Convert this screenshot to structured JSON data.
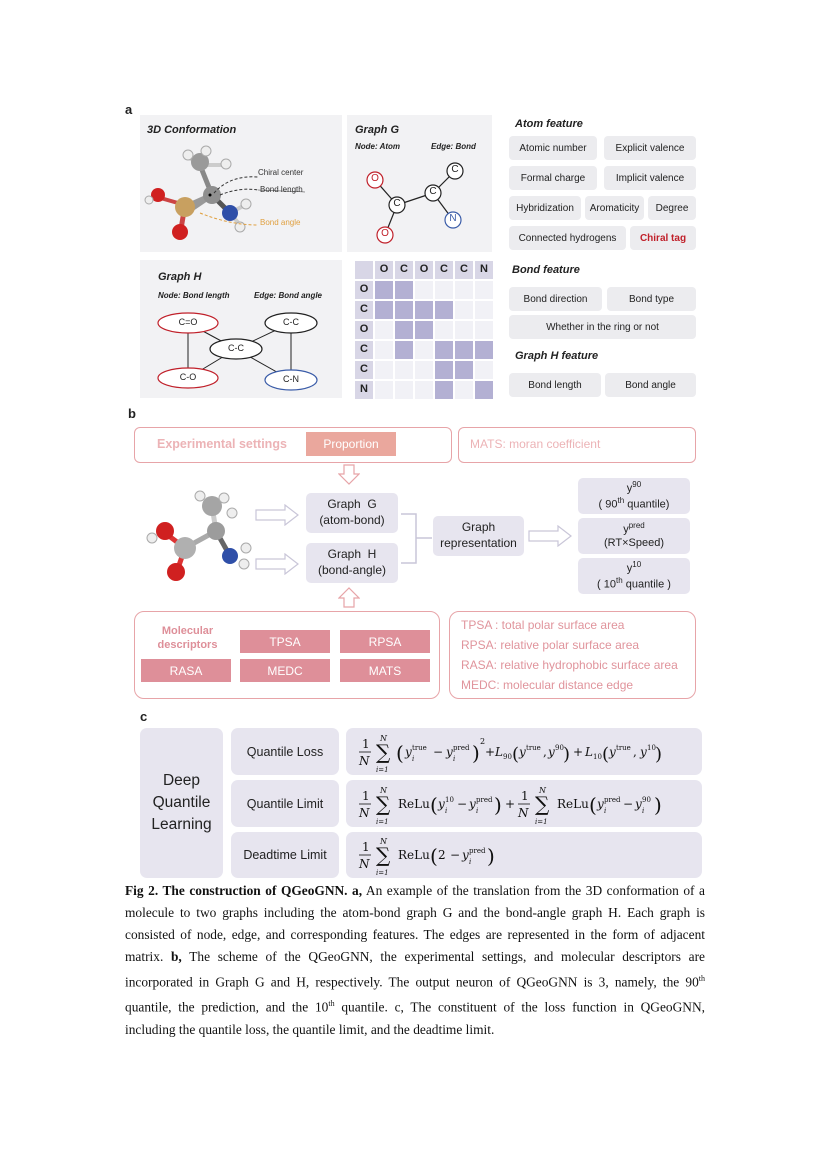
{
  "panel_a": {
    "letter": "a",
    "conformation": {
      "title": "3D Conformation",
      "chiral_center": "Chiral center",
      "bond_length": "Bond length",
      "bond_angle": "Bond angle"
    },
    "graph_g": {
      "title": "Graph G",
      "node_label": "Node: Atom",
      "edge_label": "Edge: Bond",
      "atoms": [
        "O",
        "C",
        "C",
        "C",
        "N",
        "O"
      ]
    },
    "graph_h": {
      "title": "Graph H",
      "node_label": "Node: Bond length",
      "edge_label": "Edge: Bond angle",
      "nodes": [
        "C=O",
        "C-C",
        "C-C",
        "C-O",
        "C-N"
      ]
    },
    "matrix": {
      "headers": [
        "O",
        "C",
        "O",
        "C",
        "C",
        "N"
      ],
      "rows": [
        [
          1,
          1,
          0,
          0,
          0,
          0
        ],
        [
          1,
          1,
          1,
          1,
          0,
          0
        ],
        [
          0,
          1,
          1,
          0,
          0,
          0
        ],
        [
          0,
          1,
          0,
          1,
          1,
          1
        ],
        [
          0,
          0,
          0,
          1,
          1,
          0
        ],
        [
          0,
          0,
          0,
          1,
          0,
          1
        ]
      ]
    },
    "atom_feature": {
      "title": "Atom feature",
      "items": [
        "Atomic number",
        "Explicit valence",
        "Formal charge",
        "Implicit valence",
        "Hybridization",
        "Aromaticity",
        "Degree",
        "Connected hydrogens",
        "Chiral tag"
      ]
    },
    "bond_feature": {
      "title": "Bond feature",
      "items": [
        "Bond direction",
        "Bond type",
        "Whether in the ring or not"
      ]
    },
    "graph_h_feature": {
      "title": "Graph H feature",
      "items": [
        "Bond length",
        "Bond angle"
      ]
    },
    "colors": {
      "red": "#c0202a",
      "blue": "#3a5ca8",
      "lavender": "#b3b0d3"
    }
  },
  "panel_b": {
    "letter": "b",
    "experimental_settings": "Experimental settings",
    "proportion": "Proportion",
    "mats_def": "MATS: moran coefficient",
    "graph_g_line1": "Graph  G",
    "graph_g_line2": "(atom-bond)",
    "graph_h_line1": "Graph  H",
    "graph_h_line2": "(bond-angle)",
    "graph_rep_line1": "Graph",
    "graph_rep_line2": "representation",
    "outputs": {
      "y90": "y",
      "y90_sup": "90",
      "y90_desc_pre": "( 90",
      "y90_desc_sup": "th",
      "y90_desc_post": " quantile)",
      "ypred": "y",
      "ypred_sup": "pred",
      "ypred_desc": "(RT×Speed)",
      "y10": "y",
      "y10_sup": "10",
      "y10_desc_pre": "( 10",
      "y10_desc_sup": "th",
      "y10_desc_post": " quantile )"
    },
    "molecular_descriptors_1": "Molecular",
    "molecular_descriptors_2": "descriptors",
    "descriptors": [
      "TPSA",
      "RPSA",
      "RASA",
      "MEDC",
      "MATS"
    ],
    "definitions": [
      "TPSA : total polar surface area",
      "RPSA: relative polar surface area",
      "RASA: relative hydrophobic surface area",
      "MEDC: molecular distance edge"
    ]
  },
  "panel_c": {
    "letter": "c",
    "deep_1": "Deep",
    "deep_2": "Quantile",
    "deep_3": "Learning",
    "rows": [
      "Quantile Loss",
      "Quantile Limit",
      "Deadtime Limit"
    ]
  },
  "caption": {
    "bold_lead": "Fig 2. The construction of QGeoGNN. a,",
    "part1": " An example of the translation from the 3D conformation of a molecule to two graphs including the atom-bond graph G and the bond-angle graph H. Each graph is consisted of node, edge, and corresponding features. The edges are represented in the form of adjacent matrix. ",
    "bold_b": "b,",
    "part2": " The scheme of the QGeoGNN, the experimental settings, and molecular descriptors are incorporated in Graph G and H, respectively. The output neuron of QGeoGNN is 3, namely, the 90",
    "sup1": "th",
    "part3": " quantile, the prediction, and the 10",
    "sup2": "th",
    "part4": " quantile. c, The constituent of the loss function in QGeoGNN, including the quantile loss, the quantile limit, and the deadtime limit."
  }
}
